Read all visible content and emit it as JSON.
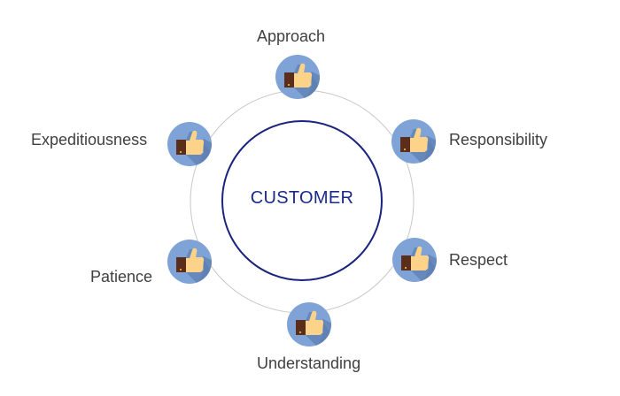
{
  "center": {
    "label": "CUSTOMER"
  },
  "colors": {
    "inner_ring": "#1a237e",
    "outer_ring": "#c8c8c8",
    "icon_bg": "#7fa3d6",
    "icon_shadow": "#5d7fb0",
    "thumb": "#fdd38a",
    "cuff": "#5a2e1a",
    "label_text": "#404040"
  },
  "nodes": [
    {
      "id": "approach",
      "label": "Approach",
      "icon": "thumbs-up-icon"
    },
    {
      "id": "responsibility",
      "label": "Responsibility",
      "icon": "thumbs-up-icon"
    },
    {
      "id": "respect",
      "label": "Respect",
      "icon": "thumbs-up-icon"
    },
    {
      "id": "understanding",
      "label": "Understanding",
      "icon": "thumbs-up-icon"
    },
    {
      "id": "patience",
      "label": "Patience",
      "icon": "thumbs-up-icon"
    },
    {
      "id": "expeditiousness",
      "label": "Expeditiousness",
      "icon": "thumbs-up-icon"
    }
  ]
}
